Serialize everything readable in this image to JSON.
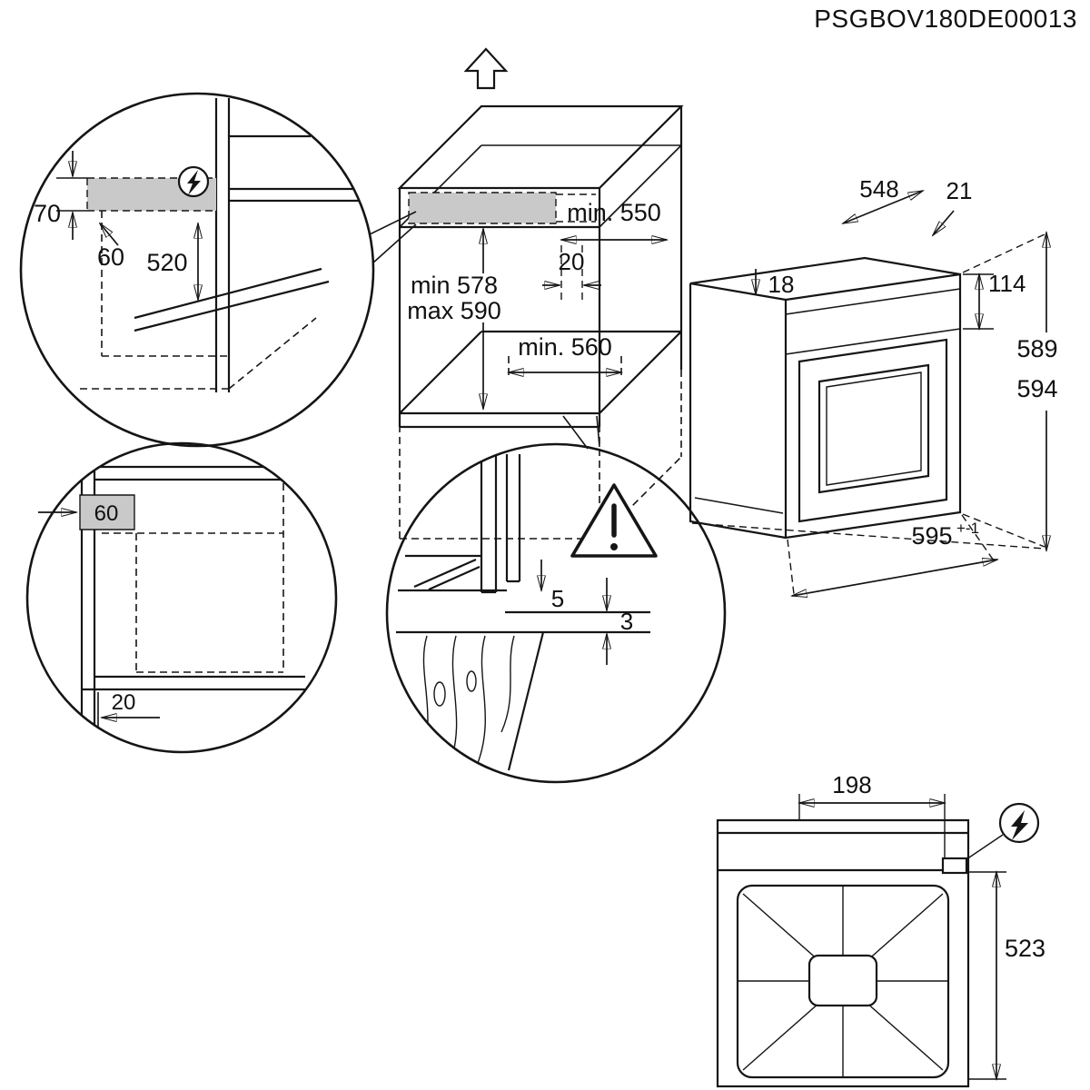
{
  "document_code": "PSGBOV180DE00013",
  "niche": {
    "width": "min. 550",
    "rear_gap": "20",
    "height_min": "min 578",
    "height_max": "max 590",
    "depth": "min. 560"
  },
  "corner_detail": {
    "recess_height": "70",
    "recess_depth": "60",
    "distance_to_shelf": "520"
  },
  "plan_detail": {
    "corner_cutout": "60",
    "front_gap": "20"
  },
  "gap_detail": {
    "upper_gap": "5",
    "lower_gap": "3"
  },
  "oven": {
    "depth": "548",
    "front_protrusion": "21",
    "top_inset": "18",
    "panel_height": "114",
    "height_front": "589",
    "height_total": "594",
    "width": "595",
    "width_tolerance": "+-1"
  },
  "top_view": {
    "connection_offset": "198",
    "depth": "523"
  },
  "icons": {
    "up_arrow": "direction-up-arrow",
    "electrical_connection": "lightning-bolt-in-circle",
    "warning": "exclamation-warning-triangle"
  }
}
